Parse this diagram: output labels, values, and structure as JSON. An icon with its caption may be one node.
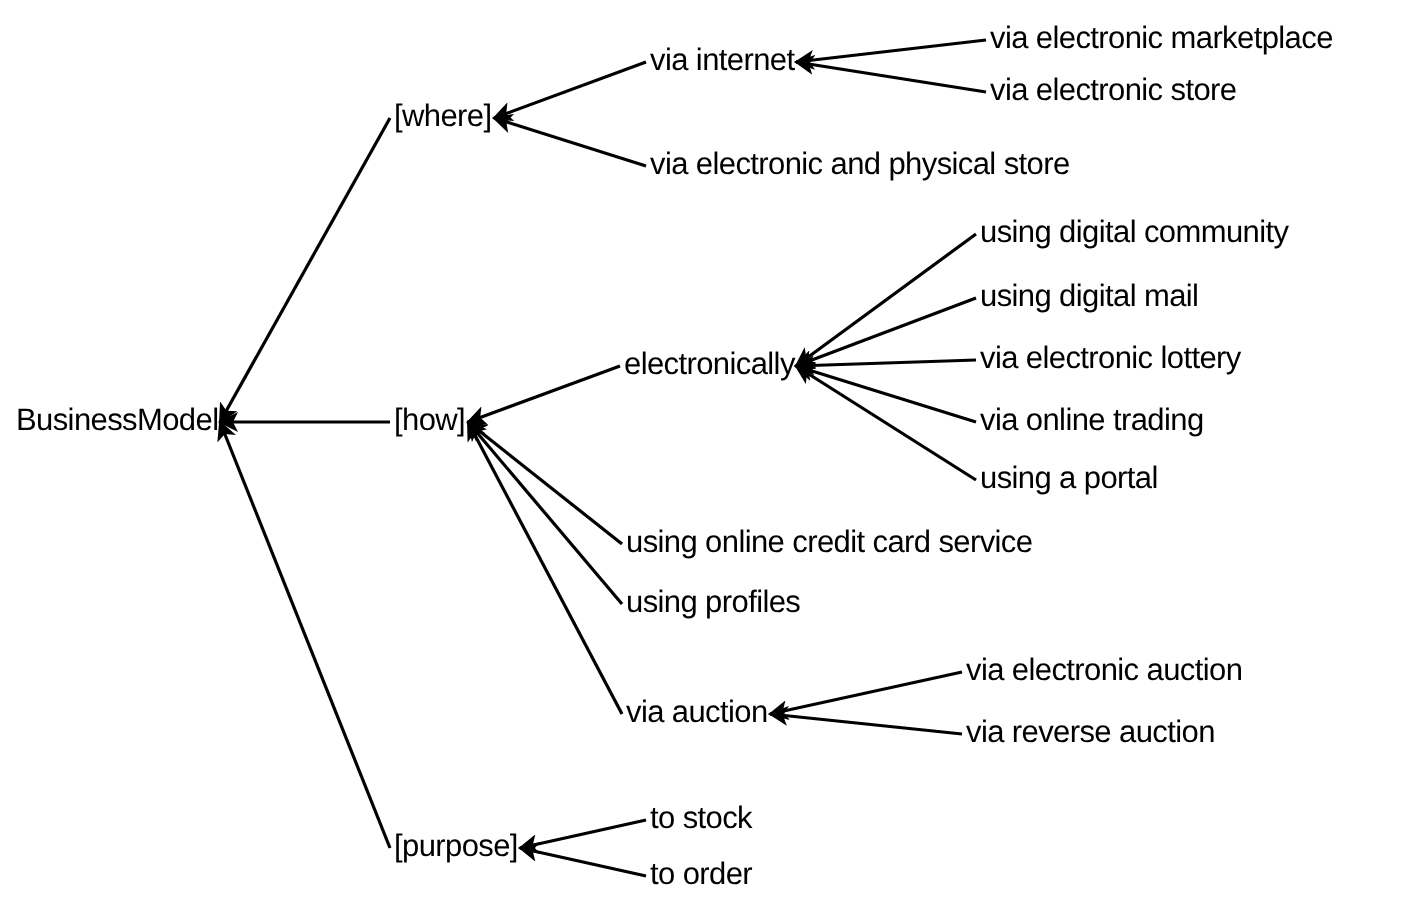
{
  "diagram": {
    "nodes": [
      {
        "text": [
          "BusinessModel"
        ]
      },
      {
        "text": [
          "[where]"
        ]
      },
      {
        "text": [
          "via internet"
        ]
      },
      {
        "text": [
          "via electronic marketplace"
        ]
      },
      {
        "text": [
          "via electronic store"
        ]
      },
      {
        "text": [
          "via electronic and physical store"
        ]
      },
      {
        "text": [
          "[how]"
        ]
      },
      {
        "text": [
          "electronically"
        ]
      },
      {
        "text": [
          "using digital community"
        ]
      },
      {
        "text": [
          "using digital mail"
        ]
      },
      {
        "text": [
          "via electronic lottery"
        ]
      },
      {
        "text": [
          "via online trading"
        ]
      },
      {
        "text": [
          "using a portal"
        ]
      },
      {
        "text": [
          "using online credit card service"
        ]
      },
      {
        "text": [
          "using profiles"
        ]
      },
      {
        "text": [
          "via auction"
        ]
      },
      {
        "text": [
          "via electronic auction"
        ]
      },
      {
        "text": [
          "via reverse auction"
        ]
      },
      {
        "text": [
          "[purpose]"
        ]
      },
      {
        "text": [
          "to stock"
        ]
      },
      {
        "text": [
          "to order"
        ]
      }
    ],
    "edges": [
      {
        "from": 1,
        "to": 0,
        "arrow": "to"
      },
      {
        "from": 2,
        "to": 1,
        "arrow": "to"
      },
      {
        "from": 3,
        "to": 2,
        "arrow": "to"
      },
      {
        "from": 4,
        "to": 2,
        "arrow": "to"
      },
      {
        "from": 5,
        "to": 1,
        "arrow": "to"
      },
      {
        "from": 6,
        "to": 0,
        "arrow": "to"
      },
      {
        "from": 7,
        "to": 6,
        "arrow": "to"
      },
      {
        "from": 8,
        "to": 7,
        "arrow": "to"
      },
      {
        "from": 9,
        "to": 7,
        "arrow": "to"
      },
      {
        "from": 10,
        "to": 7,
        "arrow": "to"
      },
      {
        "from": 11,
        "to": 7,
        "arrow": "to"
      },
      {
        "from": 12,
        "to": 7,
        "arrow": "to"
      },
      {
        "from": 13,
        "to": 6,
        "arrow": "to"
      },
      {
        "from": 14,
        "to": 6,
        "arrow": "to"
      },
      {
        "from": 15,
        "to": 6,
        "arrow": "to"
      },
      {
        "from": 16,
        "to": 15,
        "arrow": "to"
      },
      {
        "from": 17,
        "to": 15,
        "arrow": "to"
      },
      {
        "from": 18,
        "to": 0,
        "arrow": "to"
      },
      {
        "from": 19,
        "to": 18,
        "arrow": "to"
      },
      {
        "from": 20,
        "to": 18,
        "arrow": "to"
      }
    ]
  }
}
